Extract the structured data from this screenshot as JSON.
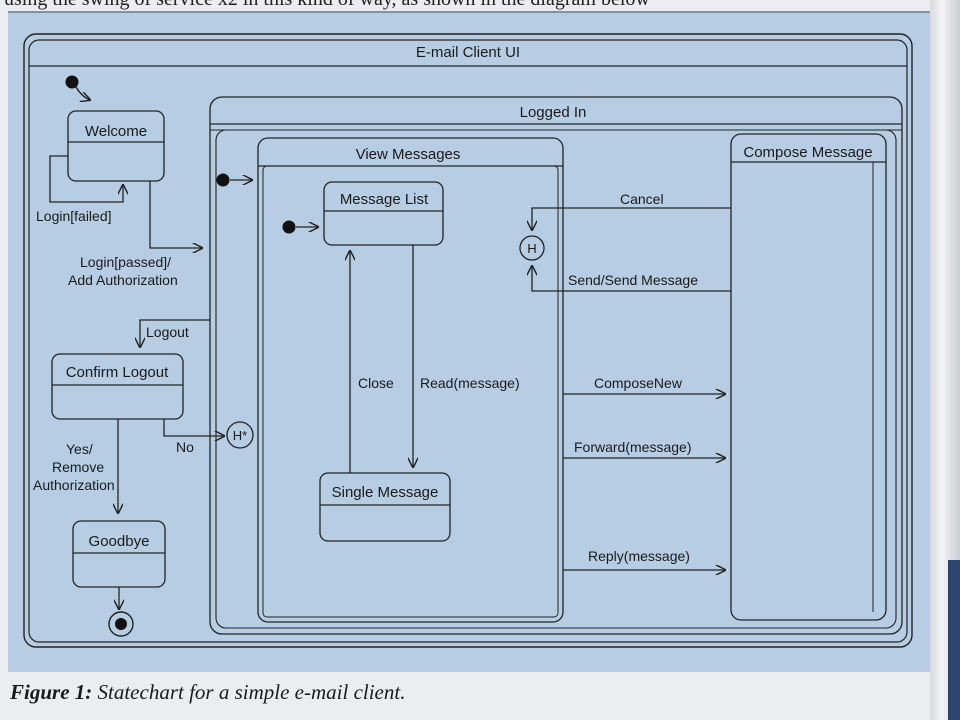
{
  "page": {
    "top_text": "using the swing of service x2 in this kind of way, as shown in the diagram below",
    "caption_lead": "Figure 1:",
    "caption_text": " Statechart for a simple e-mail client."
  },
  "diagram": {
    "outer_title": "E-mail Client UI",
    "logged_in_title": "Logged In",
    "view_messages_title": "View Messages",
    "compose_title": "Compose Message",
    "states": {
      "welcome": "Welcome",
      "confirm_logout": "Confirm Logout",
      "goodbye": "Goodbye",
      "message_list": "Message List",
      "single_message": "Single Message"
    },
    "history_shallow": "H",
    "history_deep": "H*",
    "transitions": {
      "login_failed": "Login[failed]",
      "login_passed_1": "Login[passed]/",
      "login_passed_2": "Add Authorization",
      "logout": "Logout",
      "yes_1": "Yes/",
      "yes_2": "Remove",
      "yes_3": "Authorization",
      "no": "No",
      "close": "Close",
      "read": "Read(message)",
      "cancel": "Cancel",
      "send": "Send/Send Message",
      "compose_new": "ComposeNew",
      "forward": "Forward(message)",
      "reply": "Reply(message)"
    }
  }
}
